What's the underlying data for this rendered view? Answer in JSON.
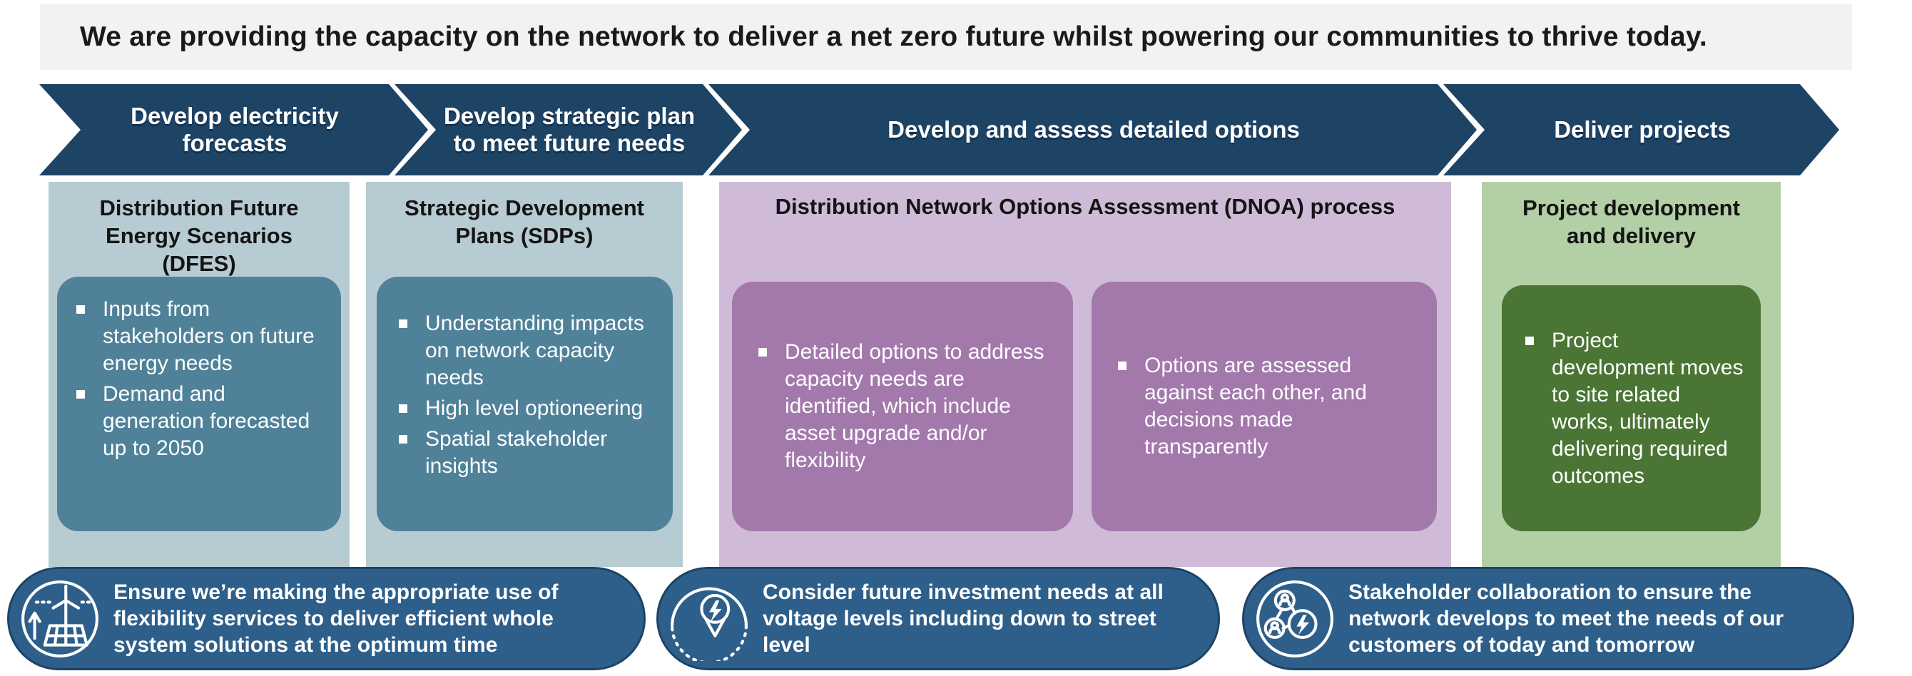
{
  "banner": {
    "text": "We are providing the capacity on the network to deliver a net zero future whilst powering our communities to thrive today."
  },
  "process_steps": [
    {
      "label": "Develop electricity forecasts"
    },
    {
      "label": "Develop strategic plan to meet future needs"
    },
    {
      "label": "Develop and assess detailed options"
    },
    {
      "label": "Deliver projects"
    }
  ],
  "columns": [
    {
      "title": "Distribution Future Energy Scenarios (DFES)",
      "bullets": [
        "Inputs from stakeholders on future energy needs",
        "Demand and generation forecasted up to 2050"
      ]
    },
    {
      "title": "Strategic Development Plans (SDPs)",
      "bullets": [
        "Understanding impacts on network capacity needs",
        "High level optioneering",
        "Spatial stakeholder insights"
      ]
    },
    {
      "title": "Distribution Network Options Assessment (DNOA) process",
      "boxes": [
        {
          "bullets": [
            "Detailed options to address capacity needs are identified, which include asset upgrade and/or flexibility"
          ]
        },
        {
          "bullets": [
            "Options are assessed against each other, and decisions made transparently"
          ]
        }
      ]
    },
    {
      "title": "Project development and delivery",
      "bullets": [
        "Project development moves to site related works, ultimately delivering required outcomes"
      ]
    }
  ],
  "callouts": [
    {
      "icon": "renewable-energy-icon",
      "text": "Ensure we’re making the appropriate use of flexibility services to deliver efficient whole system solutions at the optimum time"
    },
    {
      "icon": "voltage-location-icon",
      "text": "Consider future investment needs at all voltage levels including down to street level"
    },
    {
      "icon": "stakeholder-collaboration-icon",
      "text": "Stakeholder collaboration to ensure the network develops to meet the needs of our customers of today and tomorrow"
    }
  ],
  "colors": {
    "banner_bg": "#f2f2f2",
    "chevron_navy": "#1d4365",
    "scenario_light": "#b7cbd3",
    "scenario_dark": "#4f8298",
    "dnoa_light": "#cfbbd7",
    "dnoa_dark": "#a379ac",
    "delivery_light": "#b3cfa5",
    "delivery_dark": "#4a7534",
    "callout_blue": "#2e5f8a"
  }
}
